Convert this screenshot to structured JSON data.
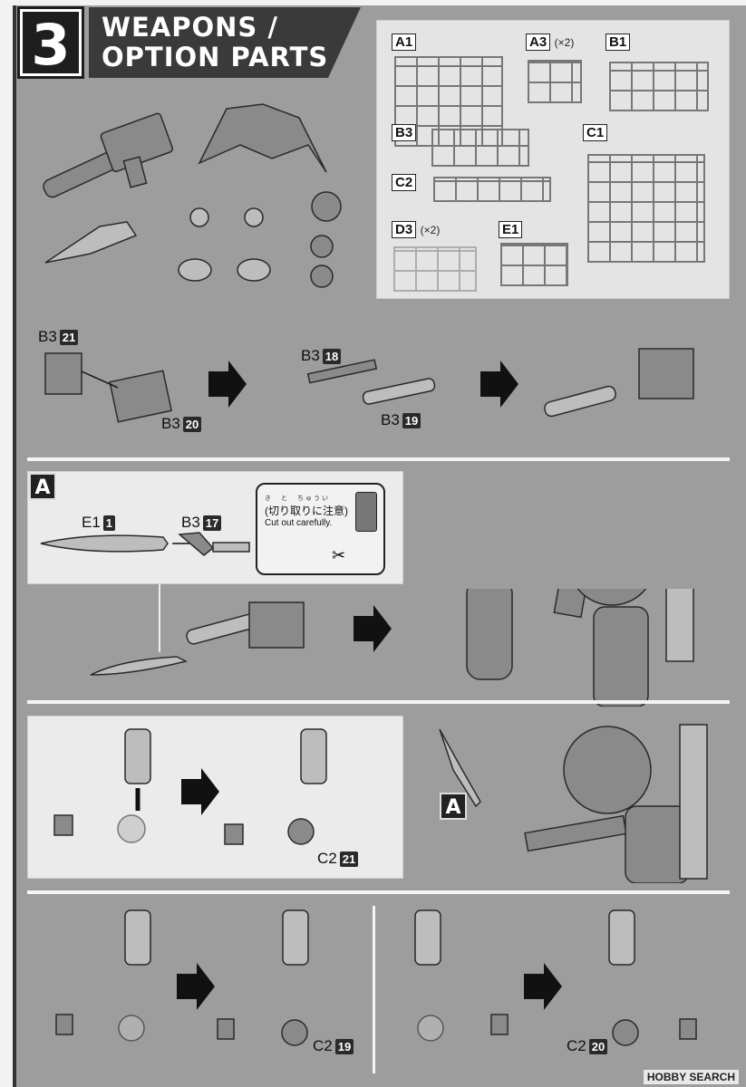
{
  "step": {
    "number": "3",
    "title_line1": "WEAPONS /",
    "title_line2": "OPTION PARTS"
  },
  "runners": [
    {
      "label": "A1",
      "count": ""
    },
    {
      "label": "A3",
      "count": "(×2)"
    },
    {
      "label": "B1",
      "count": ""
    },
    {
      "label": "B3",
      "count": ""
    },
    {
      "label": "C1",
      "count": ""
    },
    {
      "label": "C2",
      "count": ""
    },
    {
      "label": "D3",
      "count": "(×2)"
    },
    {
      "label": "E1",
      "count": ""
    }
  ],
  "row1": {
    "p1": {
      "runner": "B3",
      "num": "21"
    },
    "p2": {
      "runner": "B3",
      "num": "20"
    },
    "p3": {
      "runner": "B3",
      "num": "18"
    },
    "p4": {
      "runner": "B3",
      "num": "19"
    }
  },
  "panelA": {
    "badge": "A",
    "p1": {
      "runner": "E1",
      "num": "1"
    },
    "p2": {
      "runner": "B3",
      "num": "17"
    },
    "caution_ruby": "き　と　ちゅうい",
    "caution_jp": "(切り取りに注意)",
    "caution_en": "Cut out carefully."
  },
  "row3": {
    "p1": {
      "runner": "C2",
      "num": "21"
    },
    "badge": "A"
  },
  "row4": {
    "left": {
      "runner": "C2",
      "num": "19"
    },
    "right": {
      "runner": "C2",
      "num": "20"
    }
  },
  "watermark": "HOBBY SEARCH"
}
